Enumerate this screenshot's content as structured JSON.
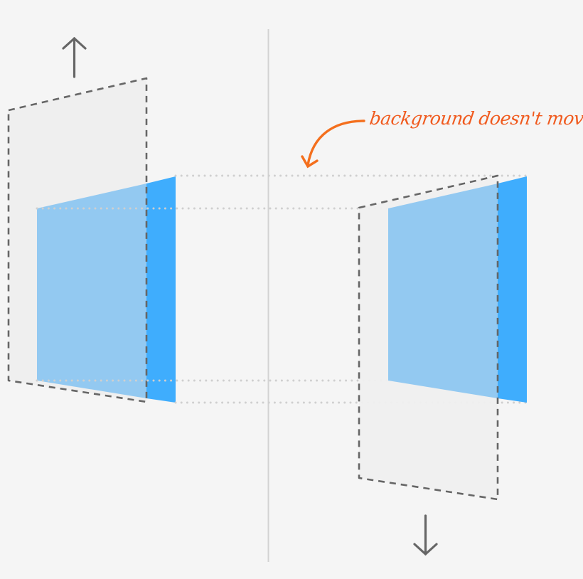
{
  "annotation": {
    "text": "background doesn't move",
    "color": "#f05a1e"
  },
  "colors": {
    "background": "#f5f5f5",
    "frame_fill": "#efefef",
    "frame_stroke": "#666666",
    "foreground_light": "#93c9f1",
    "foreground_dark": "#3fadfd",
    "guide_dots": "#cfcfcf",
    "divider": "#d2d2d2",
    "arrow": "#666666"
  },
  "left_panel": {
    "motion_arrow": "up-arrow",
    "frame_position": "shifted up"
  },
  "right_panel": {
    "motion_arrow": "down-arrow",
    "frame_position": "shifted down"
  }
}
